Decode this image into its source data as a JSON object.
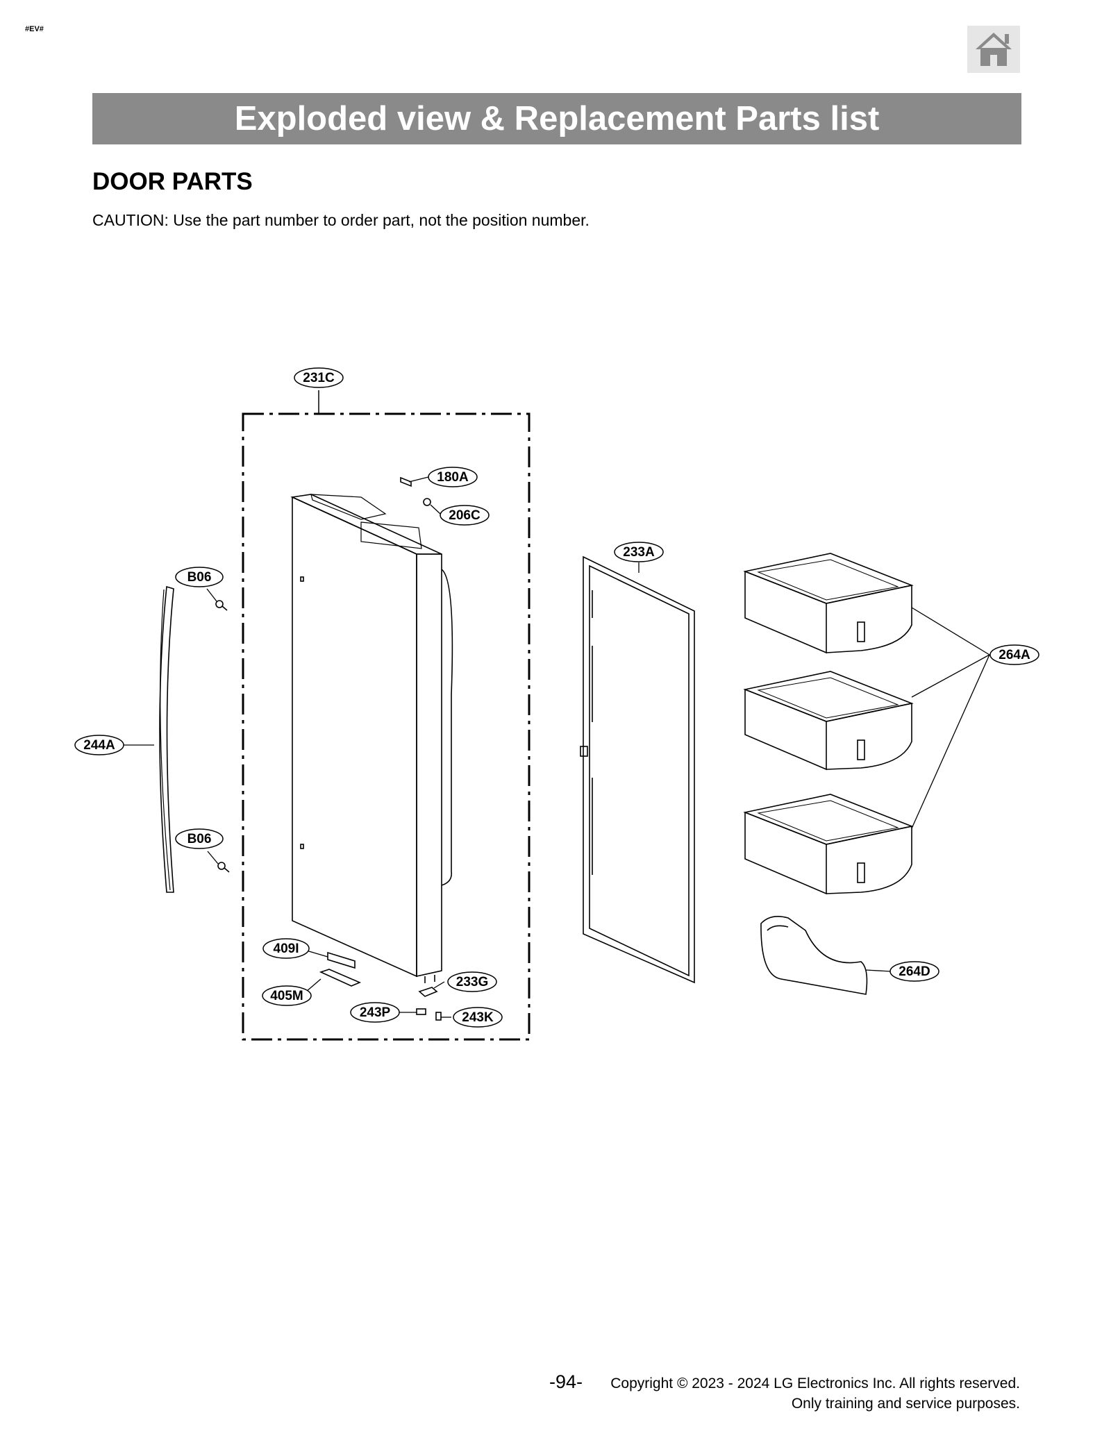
{
  "header": {
    "tag": "#EV#",
    "home_icon": "home-icon",
    "banner_title": "Exploded view & Replacement Parts list"
  },
  "section": {
    "title": "DOOR PARTS",
    "caution": "CAUTION: Use the part number to order part, not the position number."
  },
  "diagram": {
    "callouts": [
      {
        "id": "231C",
        "label": "231C"
      },
      {
        "id": "180A",
        "label": "180A"
      },
      {
        "id": "206C",
        "label": "206C"
      },
      {
        "id": "233A",
        "label": "233A"
      },
      {
        "id": "B06_top",
        "label": "B06"
      },
      {
        "id": "264A",
        "label": "264A"
      },
      {
        "id": "244A",
        "label": "244A"
      },
      {
        "id": "B06_bottom",
        "label": "B06"
      },
      {
        "id": "409I",
        "label": "409I"
      },
      {
        "id": "233G",
        "label": "233G"
      },
      {
        "id": "405M",
        "label": "405M"
      },
      {
        "id": "243P",
        "label": "243P"
      },
      {
        "id": "243K",
        "label": "243K"
      },
      {
        "id": "264D",
        "label": "264D"
      }
    ]
  },
  "footer": {
    "page_number": "-94-",
    "copyright_line1": "Copyright © 2023 - 2024 LG Electronics Inc. All rights reserved.",
    "copyright_line2": "Only training and service purposes."
  }
}
